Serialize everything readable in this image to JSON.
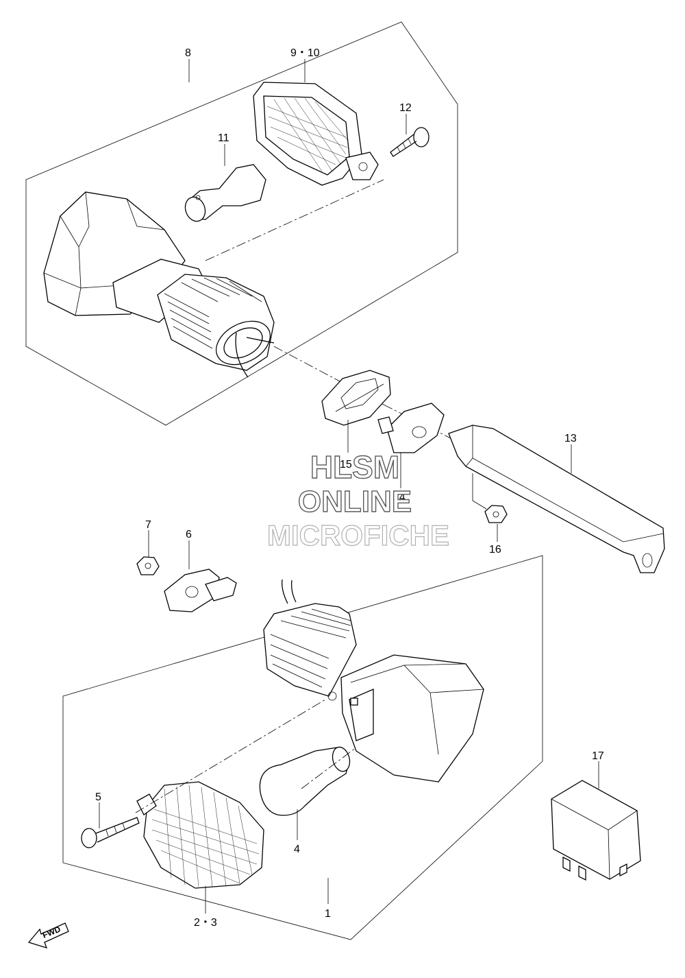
{
  "diagram": {
    "callouts": {
      "c1": "1",
      "c23": "2・3",
      "c4": "4",
      "c5": "5",
      "c6": "6",
      "c7": "7",
      "c8": "8",
      "c910": "9・10",
      "c11": "11",
      "c12": "12",
      "c13": "13",
      "c14": "14",
      "c15": "15",
      "c16": "16",
      "c17": "17"
    },
    "watermark": {
      "line1": "HLSM",
      "line2": "ONLINE",
      "line3": "MICROFICHE"
    },
    "fwd_label": "FWD"
  }
}
